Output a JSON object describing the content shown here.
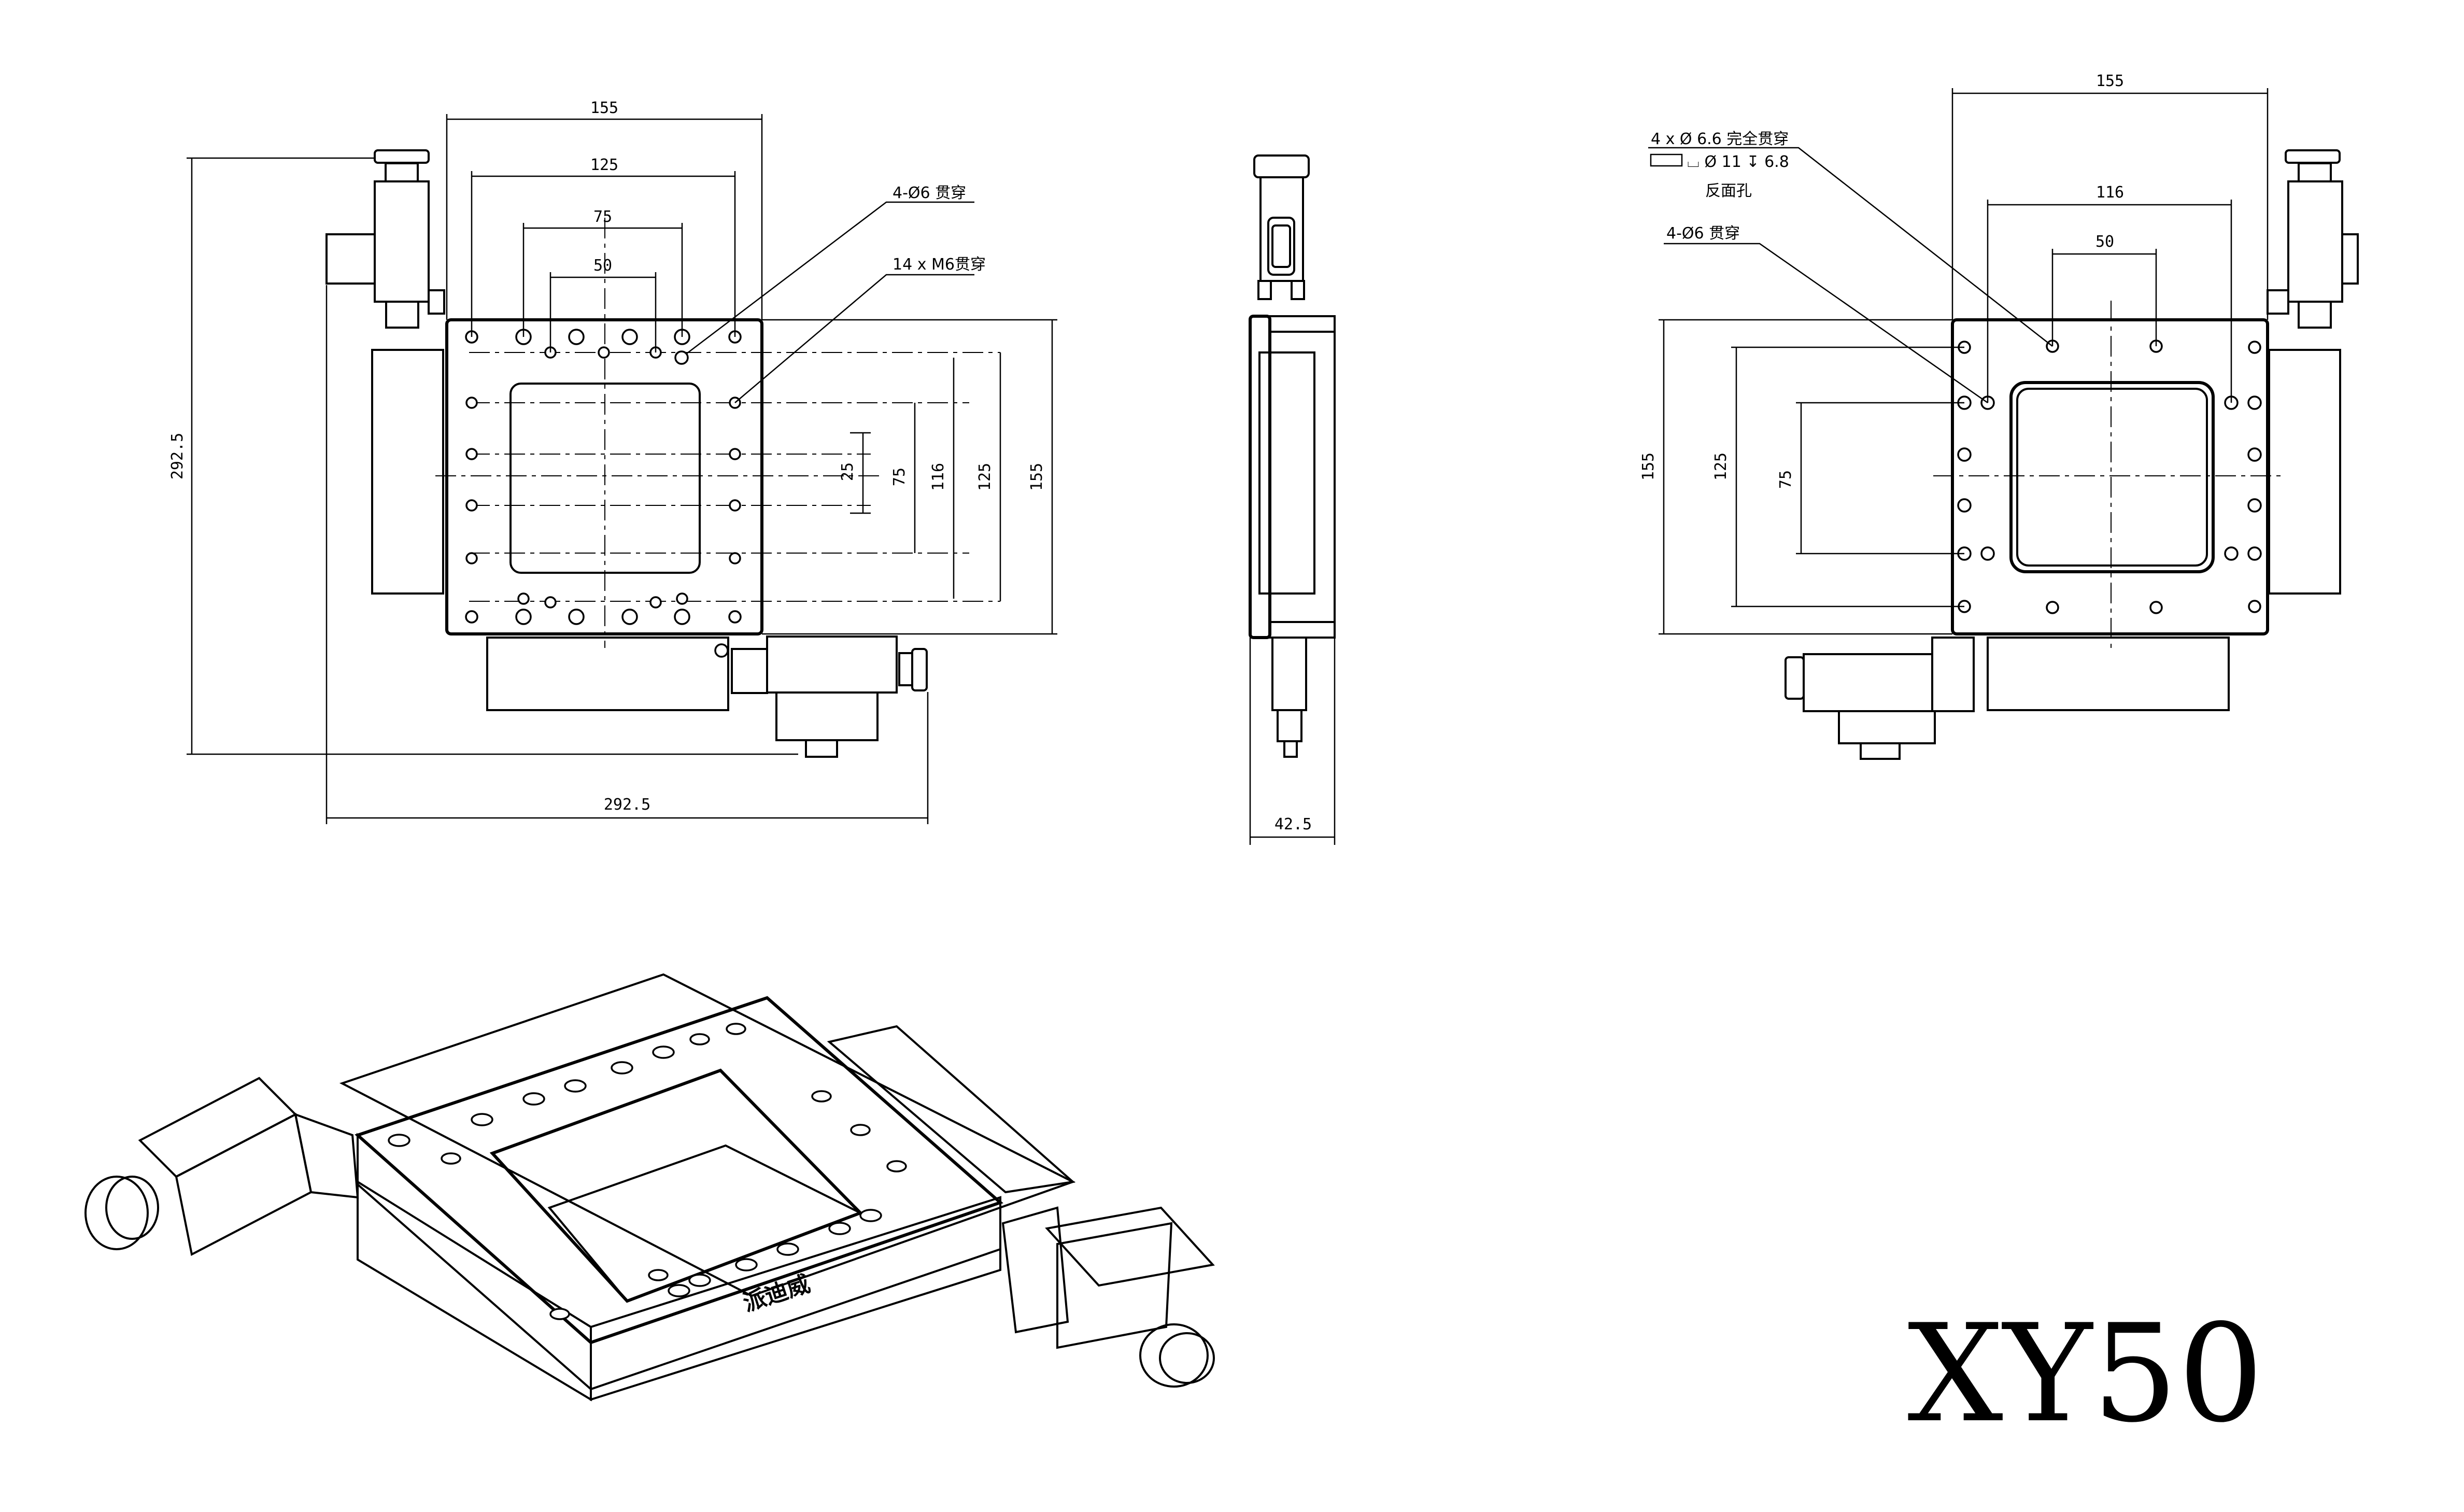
{
  "model": "XY50",
  "brand": "派迪威",
  "front_view": {
    "dims": {
      "width_top": "155",
      "hole_125": "125",
      "hole_75": "75",
      "hole_50": "50",
      "right_25": "25",
      "right_75": "75",
      "right_116": "116",
      "right_125": "125",
      "right_155": "155",
      "overall_height": "292.5",
      "overall_width": "292.5"
    },
    "notes": {
      "through_holes": "4-Ø6 贯穿",
      "tapped_holes": "14 x M6贯穿"
    }
  },
  "side_view": {
    "dims": {
      "depth": "42.5"
    }
  },
  "bottom_view": {
    "dims": {
      "width_top": "155",
      "hole_116": "116",
      "hole_50": "50",
      "left_155": "155",
      "left_125": "125",
      "left_75": "75"
    },
    "notes": {
      "cbore_line1": "4 x Ø 6.6 完全贯穿",
      "cbore_line2": "⌴ Ø 11 ↧ 6.8",
      "cbore_line3": "反面孔",
      "through_holes": "4-Ø6 贯穿"
    }
  }
}
